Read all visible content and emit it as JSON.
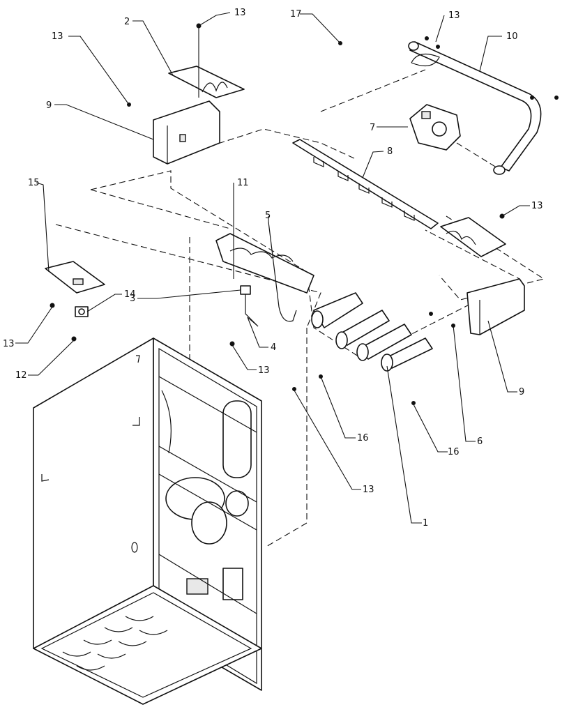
{
  "diagram": {
    "callouts": [
      {
        "id": "c-2",
        "text": "2"
      },
      {
        "id": "c-13a",
        "text": "13"
      },
      {
        "id": "c-17",
        "text": "17"
      },
      {
        "id": "c-13b",
        "text": "13"
      },
      {
        "id": "c-10",
        "text": "10"
      },
      {
        "id": "c-13c",
        "text": "13"
      },
      {
        "id": "c-9a",
        "text": "9"
      },
      {
        "id": "c-7",
        "text": "7"
      },
      {
        "id": "c-8",
        "text": "8"
      },
      {
        "id": "c-15",
        "text": "15"
      },
      {
        "id": "c-11",
        "text": "11"
      },
      {
        "id": "c-5",
        "text": "5"
      },
      {
        "id": "c-13d",
        "text": "13"
      },
      {
        "id": "c-3",
        "text": "3"
      },
      {
        "id": "c-14",
        "text": "14"
      },
      {
        "id": "c-13e",
        "text": "13"
      },
      {
        "id": "c-4",
        "text": "4"
      },
      {
        "id": "c-12",
        "text": "12"
      },
      {
        "id": "c-13f",
        "text": "13"
      },
      {
        "id": "c-9b",
        "text": "9"
      },
      {
        "id": "c-16a",
        "text": "16"
      },
      {
        "id": "c-6",
        "text": "6"
      },
      {
        "id": "c-16b",
        "text": "16"
      },
      {
        "id": "c-13g",
        "text": "13"
      },
      {
        "id": "c-1",
        "text": "1"
      }
    ]
  }
}
